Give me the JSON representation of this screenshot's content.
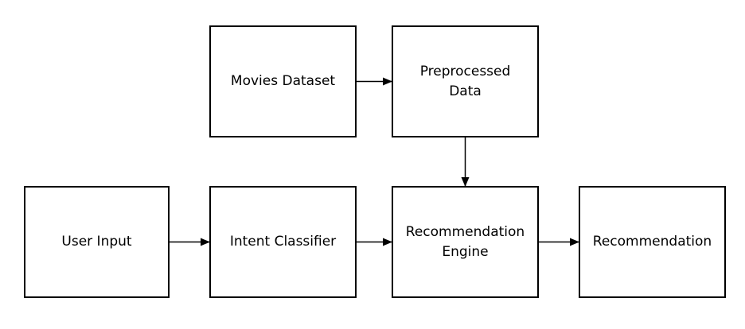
{
  "diagram": {
    "nodes": {
      "movies_dataset": {
        "lines": [
          "Movies Dataset"
        ]
      },
      "preprocessed_data": {
        "lines": [
          "Preprocessed",
          "Data"
        ]
      },
      "user_input": {
        "lines": [
          "User Input"
        ]
      },
      "intent_classifier": {
        "lines": [
          "Intent Classifier"
        ]
      },
      "recommendation_engine": {
        "lines": [
          "Recommendation",
          "Engine"
        ]
      },
      "recommendation": {
        "lines": [
          "Recommendation"
        ]
      }
    },
    "edges": [
      {
        "from": "movies_dataset",
        "to": "preprocessed_data"
      },
      {
        "from": "preprocessed_data",
        "to": "recommendation_engine"
      },
      {
        "from": "user_input",
        "to": "intent_classifier"
      },
      {
        "from": "intent_classifier",
        "to": "recommendation_engine"
      },
      {
        "from": "recommendation_engine",
        "to": "recommendation"
      }
    ],
    "colors": {
      "stroke": "#000000",
      "fill": "#ffffff",
      "text": "#000000"
    }
  }
}
